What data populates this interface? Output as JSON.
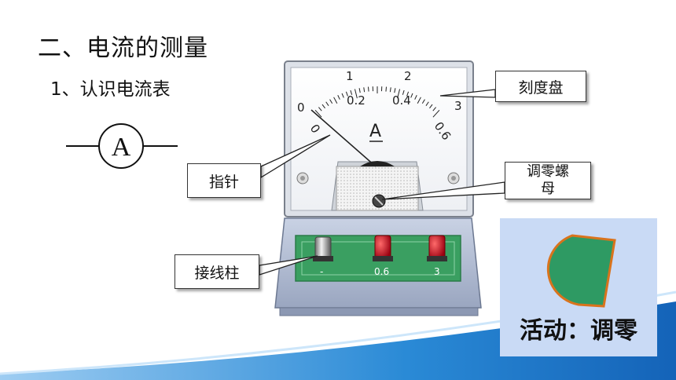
{
  "title": "二、电流的测量",
  "subtitle": "1、认识电流表",
  "symbol_letter": "A",
  "meter": {
    "unit": "A",
    "upper_scale": [
      "0",
      "1",
      "2",
      "3"
    ],
    "lower_scale": [
      "0",
      "0.2",
      "0.4",
      "0.6"
    ],
    "terminals": [
      "-",
      "0.6",
      "3"
    ]
  },
  "labels": {
    "dial": "刻度盘",
    "pointer": "指针",
    "zero_screw_line1": "调零螺",
    "zero_screw_line2": "母",
    "terminal": "接线柱"
  },
  "activity": "活动：调零",
  "colors": {
    "board_green": "#3a9f61",
    "terminal_red": "#c8102e",
    "activity_bg": "#c9daf5",
    "shape_green": "#2e9a63",
    "shape_border": "#d9731c",
    "wave_blue": "#1f7fd0"
  }
}
